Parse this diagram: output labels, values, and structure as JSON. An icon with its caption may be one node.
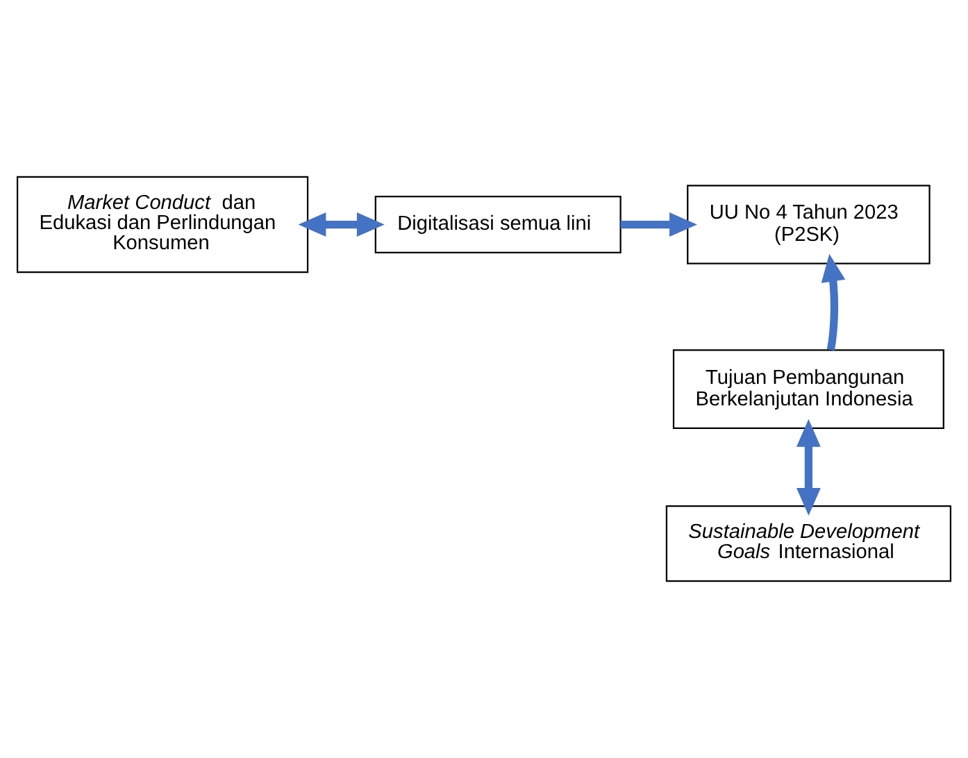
{
  "diagram": {
    "nodes": [
      {
        "text": [
          "*Market Conduct* dan Edukasi dan Perlindungan Konsumen"
        ]
      },
      {
        "text": [
          "Digitalisasi semua lini"
        ]
      },
      {
        "text": [
          "UU No 4 Tahun 2023 (P2SK)"
        ]
      },
      {
        "text": [
          "Tujuan Pembangunan Berkelanjutan Indonesia"
        ]
      },
      {
        "text": [
          "*Sustainable Development Goals* Internasional"
        ]
      }
    ],
    "edges": [
      {
        "from": 0,
        "to": 1,
        "arrow": "both"
      },
      {
        "from": 1,
        "to": 2,
        "arrow": "to"
      },
      {
        "from": 3,
        "to": 4,
        "arrow": "both"
      },
      {
        "from": 3,
        "to": 2,
        "arrow": "to"
      }
    ]
  }
}
